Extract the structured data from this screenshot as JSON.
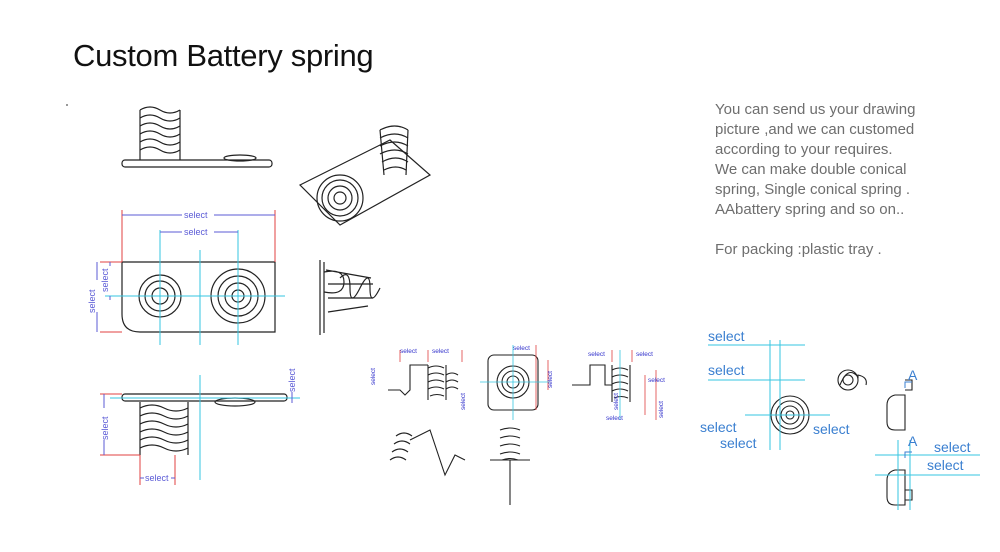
{
  "title": "Custom Battery spring",
  "description": {
    "lines": [
      "You can send us your drawing",
      "picture ,and we can customed",
      "according to your requires.",
      "We can make double conical",
      "spring, Single conical spring .",
      "AAbattery spring and so on.."
    ],
    "packing": "For packing :plastic tray ."
  },
  "dimension_label": "select",
  "section_label": "A",
  "colors": {
    "dimension": "#5b5bd6",
    "centerline": "#36c6e0",
    "extension": "#e04040",
    "drawing": "#222222",
    "text": "#6e6e6e"
  }
}
